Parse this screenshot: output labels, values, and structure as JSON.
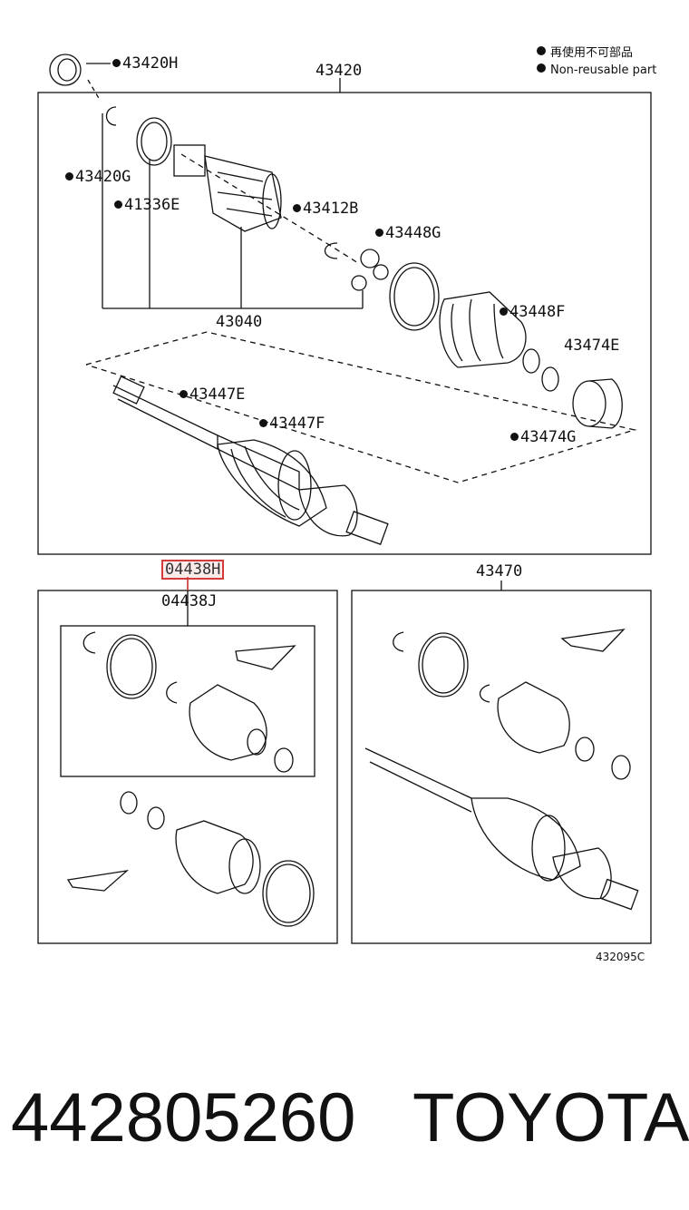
{
  "legend": {
    "jp": "再使用不可部品",
    "en": "Non-reusable part"
  },
  "assembly": {
    "main": "43420",
    "sub": "43040",
    "kit": "43470"
  },
  "parts": [
    {
      "id": "43420H",
      "nonreusable": true
    },
    {
      "id": "43420G",
      "nonreusable": true
    },
    {
      "id": "41336E",
      "nonreusable": true
    },
    {
      "id": "43412B",
      "nonreusable": true
    },
    {
      "id": "43448G",
      "nonreusable": true
    },
    {
      "id": "43448F",
      "nonreusable": true
    },
    {
      "id": "43474E",
      "nonreusable": false
    },
    {
      "id": "43474G",
      "nonreusable": true
    },
    {
      "id": "43447E",
      "nonreusable": true
    },
    {
      "id": "43447F",
      "nonreusable": true
    }
  ],
  "boot_kits": {
    "highlighted": "04438H",
    "other": "04438J"
  },
  "figure_code": "432095C",
  "footer": {
    "part_number": "442805260",
    "brand": "TOYOTA"
  },
  "colors": {
    "highlight": "#d63a3a",
    "ink": "#111111"
  }
}
